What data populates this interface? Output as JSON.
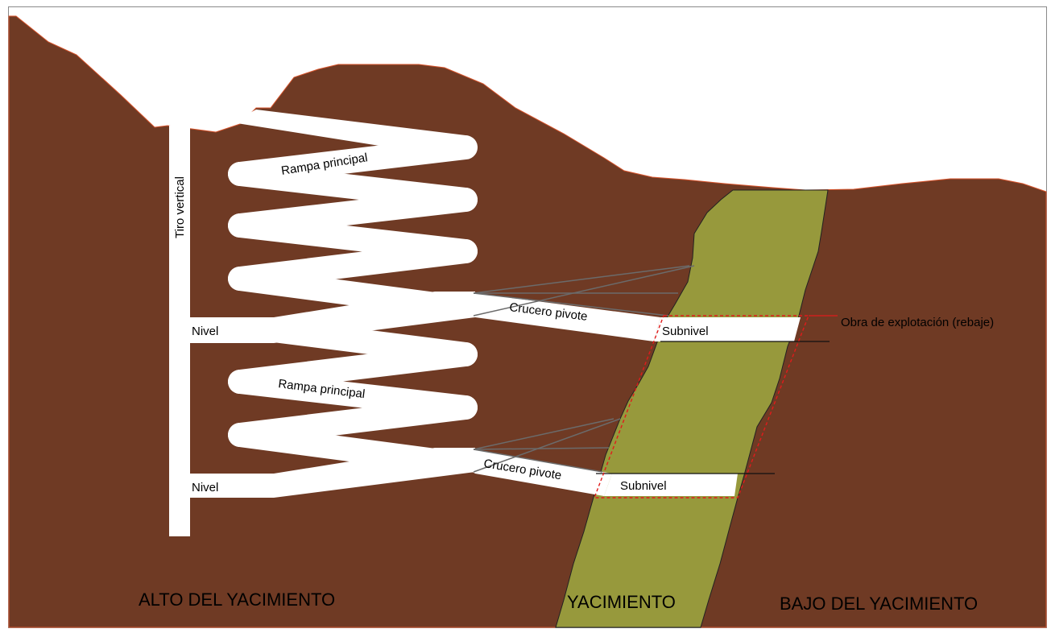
{
  "labels": {
    "shaft": "Tiro vertical",
    "ramp_upper": "Rampa principal",
    "ramp_lower": "Rampa principal",
    "level_upper": "Nivel",
    "level_lower": "Nivel",
    "crosscut_upper": "Crucero pivote",
    "crosscut_lower": "Crucero pivote",
    "sublevel_upper": "Subnivel",
    "sublevel_lower": "Subnivel",
    "stope": "Obra de explotación (rebaje)",
    "hanging_wall": "ALTO DEL YACIMIENTO",
    "ore_body": "YACIMIENTO",
    "foot_wall": "BAJO DEL YACIMIENTO"
  },
  "colors": {
    "rock": "#6f3a24",
    "ore": "#97993c",
    "openings": "#ffffff",
    "stope_outline": "#e11b1b",
    "drill_lines": "#6b6b6b"
  }
}
